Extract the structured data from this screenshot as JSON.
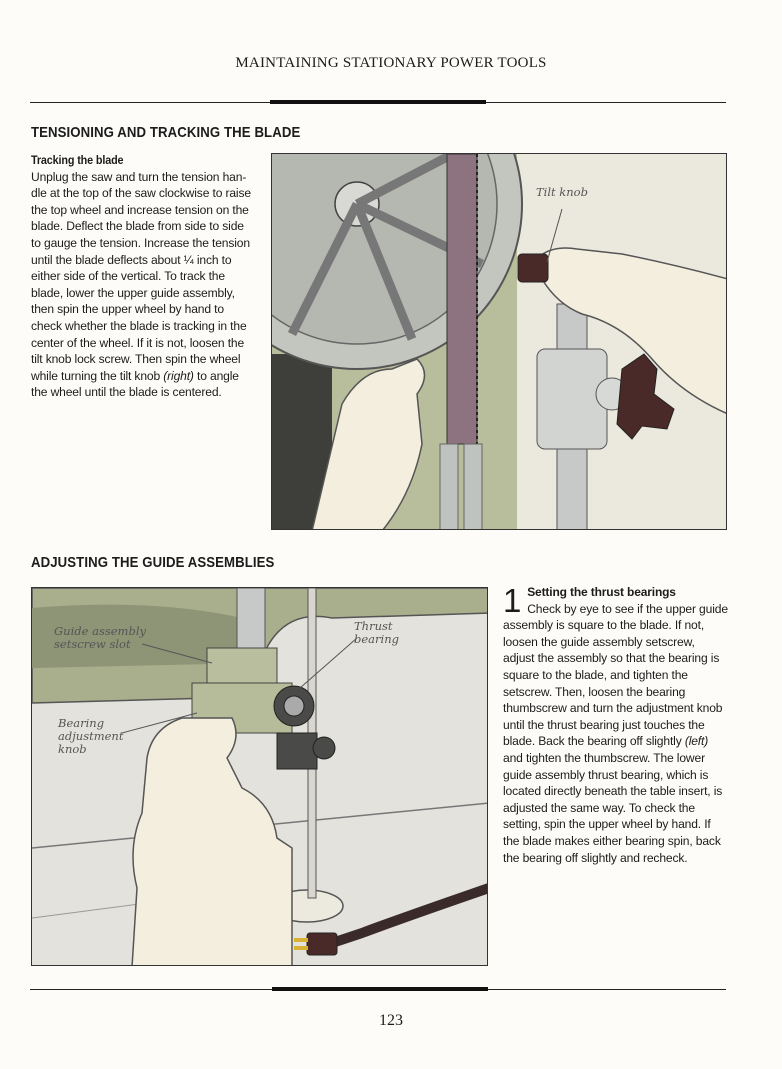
{
  "header": {
    "running_head": "MAINTAINING STATIONARY POWER TOOLS"
  },
  "section1": {
    "title": "TENSIONING AND TRACKING THE BLADE",
    "subhead": "Tracking the blade",
    "body_pre": "Unplug the saw and turn the tension han-dle at the top of the saw clockwise to raise the top wheel and increase tension on the blade. Deflect the blade from side to side to gauge the tension. Increase the tension until the blade deflects about ¼ inch to either side of the vertical. To track the blade, lower the upper guide assembly, then spin the upper wheel by hand to check whether the blade is tracking in the center of the wheel. If it is not, loosen the tilt knob lock screw. Then spin the wheel while turning the tilt knob ",
    "body_em": "(right)",
    "body_post": " to angle the wheel until the blade is centered.",
    "callout_tilt_knob": "Tilt knob"
  },
  "section2": {
    "title": "ADJUSTING THE GUIDE ASSEMBLIES",
    "callout_guide_1": "Guide assembly",
    "callout_guide_2": "setscrew slot",
    "callout_thrust_1": "Thrust",
    "callout_thrust_2": "bearing",
    "callout_bearing_1": "Bearing",
    "callout_bearing_2": "adjustment",
    "callout_bearing_3": "knob",
    "step_number": "1",
    "step_subhead": "Setting the thrust bearings",
    "step_pre": "Check by eye to see if the upper guide assembly is square to the blade. If not, loosen the guide assembly setscrew, adjust the assembly so that the bearing is square to the blade, and tighten the setscrew. Then, loosen the bearing thumbscrew and turn the adjustment knob until the thrust bearing just touches the blade. Back the bearing off slightly ",
    "step_em": "(left)",
    "step_post": " and tighten the thumbscrew. The lower guide assembly thrust bearing, which is located directly beneath the table insert, is adjusted the same way. To check the setting, spin the upper wheel by hand. If the blade makes either bearing spin, back the bearing off slightly and recheck."
  },
  "footer": {
    "page_number": "123"
  },
  "colors": {
    "hand": "#f4eede",
    "saw_green": "#b8bd9c",
    "metal": "#c9cbc6",
    "knob": "#4a2a28",
    "blade": "#8d7280"
  }
}
